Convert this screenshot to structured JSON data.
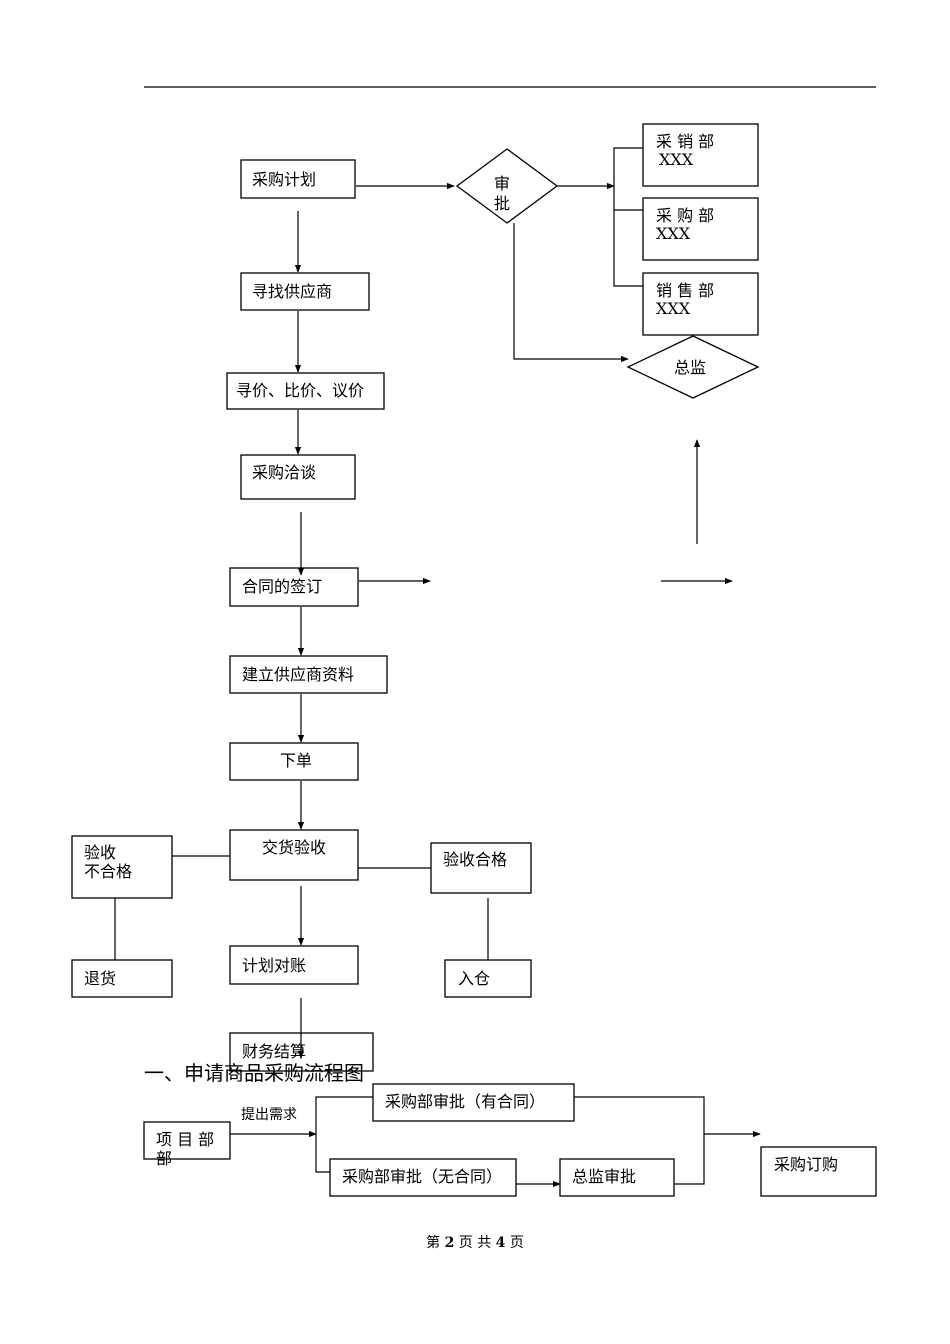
{
  "flow": {
    "plan": "采购计划",
    "find_supplier": "寻找供应商",
    "price": "寻价、比价、议价",
    "negotiate": "采购洽谈",
    "contract": "合同的签订",
    "supplier_info": "建立供应商资料",
    "order": "下单",
    "delivery": "交货验收",
    "reconcile": "计划对账",
    "settlement": "财务结算",
    "reject": [
      "验收",
      "不合格"
    ],
    "return": "退货",
    "accept": "验收合格",
    "stock": "入仓"
  },
  "approval": {
    "label": [
      "审",
      "批"
    ],
    "director": "总监",
    "depts": [
      {
        "name": "采 销 部",
        "person": "XXX"
      },
      {
        "name": "采 购 部",
        "person": "XXX"
      },
      {
        "name": "销 售 部",
        "person": "XXX"
      }
    ]
  },
  "section2": {
    "heading": "一、申请商品采购流程图",
    "requester": [
      "项 目 部",
      "部"
    ],
    "request_label": "提出需求",
    "with_contract": "采购部审批（有合同）",
    "no_contract": "采购部审批（无合同）",
    "director_approval": "总监审批",
    "purchase_order": "采购订购"
  },
  "footer": {
    "prefix": "第",
    "page": "2",
    "middle": "页 共",
    "total": "4",
    "suffix": "页"
  }
}
